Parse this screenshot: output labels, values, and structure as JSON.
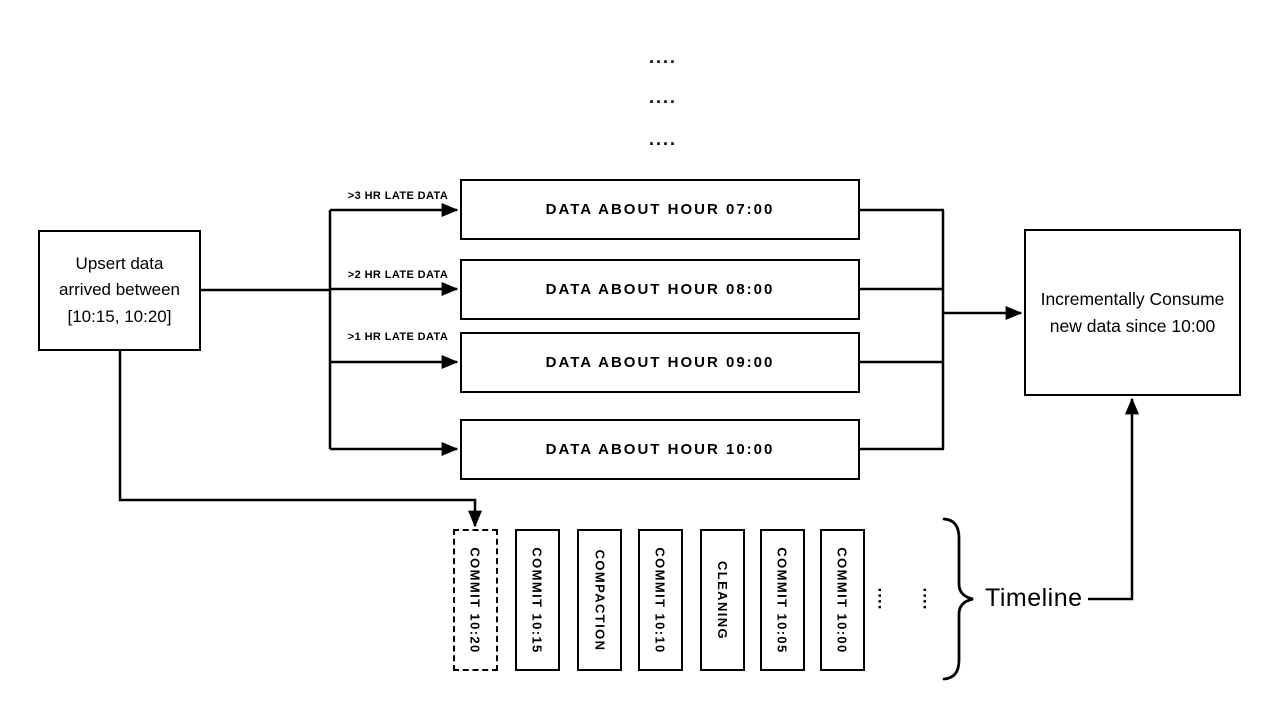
{
  "colors": {
    "stroke": "#000000",
    "background": "#ffffff"
  },
  "top_dots": [
    "....",
    "....",
    "...."
  ],
  "upsert_box": {
    "lines": [
      "Upsert data",
      "arrived between",
      "[10:15, 10:20]"
    ]
  },
  "late_arrows": {
    "labels": [
      ">3 HR LATE DATA",
      ">2 HR LATE DATA",
      ">1 HR LATE DATA"
    ]
  },
  "hour_boxes": {
    "labels": [
      "DATA ABOUT HOUR 07:00",
      "DATA ABOUT HOUR 08:00",
      "DATA ABOUT HOUR 09:00",
      "DATA ABOUT HOUR 10:00"
    ]
  },
  "consume_box": {
    "lines": [
      "Incrementally Consume",
      "new data since 10:00"
    ]
  },
  "timeline": {
    "items": [
      {
        "label": "COMMIT 10:20",
        "style": "dashed"
      },
      {
        "label": "COMMIT 10:15",
        "style": "solid"
      },
      {
        "label": "COMPACTION",
        "style": "solid"
      },
      {
        "label": "COMMIT 10:10",
        "style": "solid"
      },
      {
        "label": "CLEANING",
        "style": "solid"
      },
      {
        "label": "COMMIT 10:05",
        "style": "solid"
      },
      {
        "label": "COMMIT 10:00",
        "style": "solid"
      }
    ],
    "dots": [
      "....",
      "...."
    ],
    "label": "Timeline"
  }
}
